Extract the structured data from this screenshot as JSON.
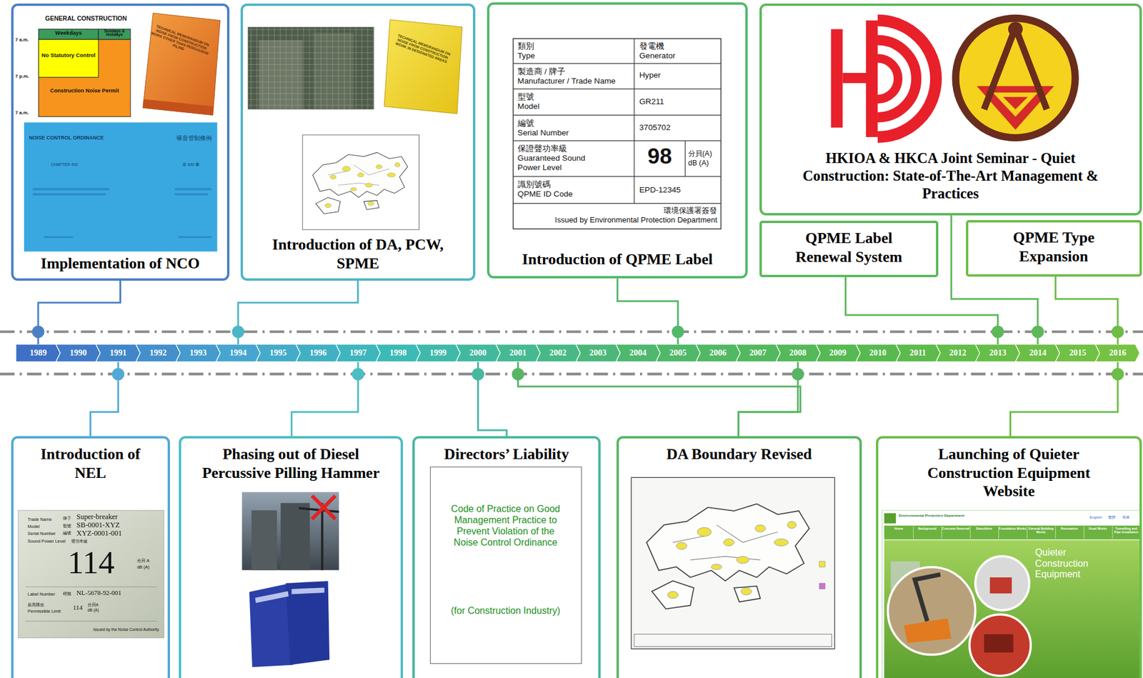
{
  "diagram": {
    "nodes": [
      {
        "text": [
          "Implementation of NCO"
        ]
      },
      {
        "text": [
          "Introduction of DA, PCW, SPME"
        ]
      },
      {
        "text": [
          "Introduction of QPME Label"
        ]
      },
      {
        "text": [
          "HKIOA & HKCA Joint Seminar - Quiet Construction: State-of-The-Art Management & Practices"
        ]
      },
      {
        "text": [
          "QPME Label Renewal System"
        ]
      },
      {
        "text": [
          "QPME Type Expansion"
        ]
      },
      {
        "text": [
          "1989"
        ]
      },
      {
        "text": [
          "1990"
        ]
      },
      {
        "text": [
          "1991"
        ]
      },
      {
        "text": [
          "1992"
        ]
      },
      {
        "text": [
          "1993"
        ]
      },
      {
        "text": [
          "1994"
        ]
      },
      {
        "text": [
          "1995"
        ]
      },
      {
        "text": [
          "1996"
        ]
      },
      {
        "text": [
          "1997"
        ]
      },
      {
        "text": [
          "1998"
        ]
      },
      {
        "text": [
          "1999"
        ]
      },
      {
        "text": [
          "2000"
        ]
      },
      {
        "text": [
          "2001"
        ]
      },
      {
        "text": [
          "2002"
        ]
      },
      {
        "text": [
          "2003"
        ]
      },
      {
        "text": [
          "2004"
        ]
      },
      {
        "text": [
          "2005"
        ]
      },
      {
        "text": [
          "2006"
        ]
      },
      {
        "text": [
          "2007"
        ]
      },
      {
        "text": [
          "2008"
        ]
      },
      {
        "text": [
          "2009"
        ]
      },
      {
        "text": [
          "2010"
        ]
      },
      {
        "text": [
          "2011"
        ]
      },
      {
        "text": [
          "2012"
        ]
      },
      {
        "text": [
          "2013"
        ]
      },
      {
        "text": [
          "2014"
        ]
      },
      {
        "text": [
          "2015"
        ]
      },
      {
        "text": [
          "2016"
        ]
      },
      {
        "text": [
          "Introduction of NEL"
        ]
      },
      {
        "text": [
          "Phasing out of Diesel Percussive Pilling Hammer"
        ]
      },
      {
        "text": [
          "Directors’ Liability"
        ]
      },
      {
        "text": [
          "Code of Practice on Good Management Practice to Prevent Violation of the Noise Control Ordinance",
          "(for Construction Industry)"
        ],
        "in": 36
      },
      {
        "text": [
          "DA Boundary Revised"
        ]
      },
      {
        "text": [
          "Launching of Quieter Construction Equipment Website"
        ]
      }
    ],
    "edges": [
      {
        "from": 0,
        "to": 6,
        "arrow": "none"
      },
      {
        "from": 1,
        "to": 11,
        "arrow": "none"
      },
      {
        "from": 2,
        "to": 22,
        "arrow": "none"
      },
      {
        "from": 3,
        "to": 31,
        "arrow": "none"
      },
      {
        "from": 4,
        "to": 30,
        "arrow": "none"
      },
      {
        "from": 5,
        "to": 33,
        "arrow": "none"
      },
      {
        "from": 34,
        "to": 8,
        "arrow": "none"
      },
      {
        "from": 35,
        "to": 14,
        "arrow": "none"
      },
      {
        "from": 36,
        "to": 17,
        "arrow": "none"
      },
      {
        "from": 38,
        "to": 18,
        "arrow": "none"
      },
      {
        "from": 38,
        "to": 25,
        "arrow": "none"
      },
      {
        "from": 39,
        "to": 33,
        "arrow": "none"
      }
    ],
    "labels": [
      "GENERAL CONSTRUCTION",
      "Weekdays",
      "Sundays & Holidays",
      "7 a.m.",
      "7 p.m.",
      "7 a.m.",
      "No Statutory Control",
      "Construction Noise Permit",
      "TECHNICAL MEMORANDUM ON NOISE FROM CONSTRUCTION WORK OTHER THAN PERCUSSIVE PILING",
      "NOISE CONTROL ORDINANCE",
      "噪音管制條例",
      "CHAPTER 400",
      "第 400 章",
      "TECHNICAL MEMORANDUM ON NOISE FROM CONSTRUCTION WORK IN DESIGNATED AREAS",
      "類別",
      "Type",
      "發電機",
      "Generator",
      "製造商 / 牌子",
      "Manufacturer / Trade Name",
      "Hyper",
      "型號",
      "Model",
      "GR211",
      "編號",
      "Serial Number",
      "3705702",
      "保證聲功率級",
      "Guaranteed Sound Power Level",
      "98",
      "分貝(A)",
      "dB (A)",
      "識別號碼",
      "QPME ID Code",
      "EPD-12345",
      "環境保護署簽發",
      "Issued by Environmental Protection Department",
      "Trade Name",
      "牌子",
      "Super-breaker",
      "Model",
      "型號",
      "SB-0001-XYZ",
      "Serial Number",
      "編號",
      "XYZ-0001-001",
      "Sound Power Level",
      "聲功率級",
      "114",
      "分貝 A",
      "dB (A)",
      "Label Number",
      "標籤",
      "NL-5678-92-001",
      "最高限值",
      "Permissible Limit",
      "114",
      "分貝A",
      "dB (A)",
      "Issued by the Noise Control Authority",
      "Environmental Protection Department",
      "English",
      "繁體",
      "简体",
      "Home",
      "Background",
      "Concrete Removal",
      "Demolition",
      "Foundation Works",
      "General Building Works",
      "Renovation",
      "Road Works",
      "Tunnelling and Pipe Installation",
      "Quieter Construction Equipment"
    ]
  }
}
